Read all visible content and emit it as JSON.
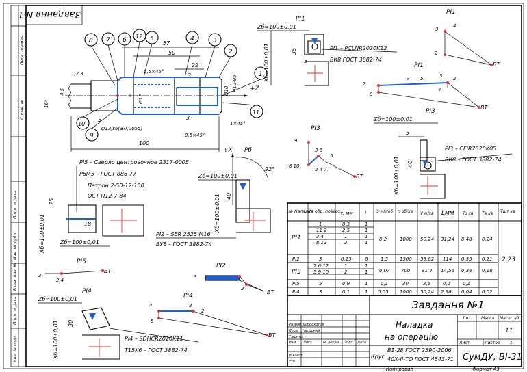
{
  "side_strip": {
    "title_rotated": "Завдання №1",
    "fields": [
      "Перв. примен.",
      "Справ. №",
      "Подп. и дата",
      "Инв. № дубл.",
      "Взам. инв. №",
      "Подп. и дата",
      "Инв. № подл."
    ]
  },
  "part_sketch": {
    "labels": {
      "dim_57": "57",
      "dim_50": "50",
      "dim_22": "22",
      "dim_3a": "3",
      "dim_3b": "3",
      "dim_5a": "5",
      "dim_5b": "5",
      "dim_100": "100",
      "chamfer_top": "0,5×45°",
      "chamfer_bottom": "0,5×45°",
      "chamfer_right": "1×45°",
      "dia_10": "Ø10",
      "h12": "H12-95",
      "dia_13": "Ø13js6(±0,0055)",
      "dia_12": "Ø12",
      "dim_123": "1,2,3",
      "dim_45": "4,5",
      "dim_16": "16*",
      "axis_z": "+Z"
    },
    "balloons": [
      "1",
      "2",
      "3",
      "4",
      "5",
      "6",
      "7",
      "8",
      "9",
      "10",
      "11",
      "12"
    ]
  },
  "setup_p2": {
    "tool_title": "PI5 – Сверло центровочное 2317-0005",
    "tool_gost": "P6M5 – ГОСТ 886-77",
    "holder": "Патрон 2-50-12-100",
    "holder_gost": "ОСТ П12-7-84",
    "dim_25": "25",
    "dim_18": "18",
    "zb": "Zб=100±0,01",
    "xb": "Xб=100±0,01"
  },
  "setup_pi1": {
    "label": "PI1",
    "zb": "Zб=100±0,01",
    "xb": "Xб=100±0,01",
    "tool": "PI1 – PCLNR2020K12",
    "gost": "ВК8 ГОСТ 3882-74",
    "dim_35": "35",
    "dim_5": "5"
  },
  "setup_pi2": {
    "axis_x": "+X",
    "pb": "Pб",
    "angle": "92°",
    "zb": "Zб=100±0,01",
    "xb": "Xб=100±0,01",
    "dim_40": "40",
    "tool": "PI2 – SER 2525 M16",
    "gost": "ВУ8 – ГОСТ 3882-74"
  },
  "setup_pi3": {
    "label": "PI3",
    "zb": "Zб=100±0,01",
    "xb": "Xб=100±0,01",
    "dim_5": "5",
    "dim_40": "40",
    "tool": "PI3 – CFIR2020K05",
    "gost": "ВК8 – ГОСТ 3882-74"
  },
  "setup_pi4": {
    "label": "PI4",
    "zb": "Zб=100±0,01",
    "xb": "Xб=100±0,01",
    "dim_30": "30",
    "tool": "PI4 – SDHCR2020K11",
    "gost": "T15K6 – ГОСТ 3882-74"
  },
  "trajectories": {
    "pi1_top": "PI1",
    "pi1_mid": "PI1",
    "pi3": "PI3",
    "pi5": "PI5",
    "pi2": "PI2",
    "pi4": "PI4",
    "bt": "BT"
  },
  "mode_table": {
    "headers": [
      "№ Наладки",
      "№ обр. поверх.",
      "t, мм",
      "i",
      "S мм/об",
      "n об/хв",
      "V м/хв",
      "Lмм",
      "To хв",
      "Тв хв",
      "Тшт хв"
    ],
    "rows": [
      {
        "nal": "PI1",
        "pov": [
          "1",
          "11 2",
          "3 4",
          "8 12"
        ],
        "t": [
          "0,3",
          "2,5",
          "1",
          "2"
        ],
        "i": [
          "1",
          "1",
          "1",
          "1"
        ],
        "s": "0,2",
        "n": "1000",
        "v": "50,24",
        "l": "31,24",
        "to": "0,48",
        "tv": "0,24"
      },
      {
        "nal": "PI2",
        "pov": [
          "3"
        ],
        "t": [
          "0,25"
        ],
        "i": [
          "6"
        ],
        "s": "1,5",
        "n": "1500",
        "v": "59,62",
        "l": "114",
        "to": "0,35",
        "tv": "0,21"
      },
      {
        "nal": "PI3",
        "pov": [
          "7 6 12",
          "5 9 10"
        ],
        "t": [
          "1",
          "2"
        ],
        "i": [
          "1",
          "1"
        ],
        "s": "0,07",
        "n": "700",
        "v": "31,4",
        "l": "14,56",
        "to": "0,36",
        "tv": "0,18"
      },
      {
        "nal": "PI5",
        "pov": [
          "5"
        ],
        "t": [
          "0,9"
        ],
        "i": [
          "1"
        ],
        "s": "0,1",
        "n": "30",
        "v": "3,5",
        "l": "0,2",
        "to": "0,1",
        "tv": ""
      },
      {
        "nal": "PI4",
        "pov": [
          "3"
        ],
        "t": [
          "0,1"
        ],
        "i": [
          "1"
        ],
        "s": "0,05",
        "n": "1000",
        "v": "50,24",
        "l": "2,96",
        "to": "0,04",
        "tv": "0,02"
      }
    ],
    "tsht": "2,23"
  },
  "title_block": {
    "main_title": "Завдання №1",
    "subtitle_1": "Наладка",
    "subtitle_2": "на операцію",
    "material_1": "В1-28 ГОСТ 2590-2006",
    "material_2": "40Х-II-ТО ГОСТ 4543-71",
    "krug": "Круг",
    "org": "СумДУ, ВІ-31",
    "sheet_value": "11",
    "col_lit": "Лит.",
    "col_mass": "Масса",
    "col_scale": "Масштаб",
    "col_sheet": "Лист",
    "col_sheets": "Листов",
    "sheets_value": "1",
    "roles": [
      "Разраб.",
      "Пров.",
      "Т.контр.",
      "",
      "Н.контр.",
      "Утв."
    ],
    "names": [
      "Доброхотов",
      "Нагорний",
      "",
      "",
      "",
      ""
    ],
    "sign_headers": [
      "Изм.",
      "Лист",
      "№ докум.",
      "Подп.",
      "Дата"
    ],
    "copied": "Копировал",
    "format": "Формат А3"
  }
}
